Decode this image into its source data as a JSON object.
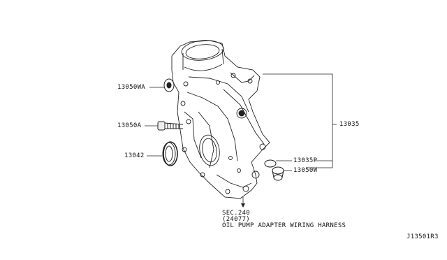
{
  "parts": {
    "p13050wa": "13050WA",
    "p13050a": "13050A",
    "p13042": "13042",
    "p13035": "13035",
    "p13035p": "13035P",
    "p13050w": "13050W"
  },
  "reference": {
    "section": "SEC.240",
    "code": "(24077)",
    "description": "OIL PUMP ADAPTER WIRING HARNESS"
  },
  "diagram_id": "J13501R3"
}
